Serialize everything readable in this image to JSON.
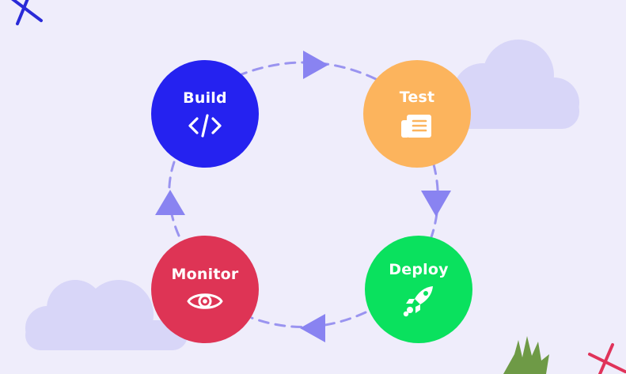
{
  "background_color": "#efedfb",
  "cycle": {
    "stages": [
      {
        "label": "Build",
        "icon": "code-icon",
        "color": "#2522f0"
      },
      {
        "label": "Test",
        "icon": "document-icon",
        "color": "#fcb45d"
      },
      {
        "label": "Deploy",
        "icon": "rocket-icon",
        "color": "#0ae15e"
      },
      {
        "label": "Monitor",
        "icon": "eye-icon",
        "color": "#de3455"
      }
    ],
    "connector_color": "#9a94f0",
    "arrow_color": "#8983f1"
  },
  "decorations": {
    "cloud_color": "#d8d6f8",
    "cross_colors": [
      "#2a2ad8",
      "#e0335a"
    ],
    "plant_color": "#6e9a46"
  }
}
